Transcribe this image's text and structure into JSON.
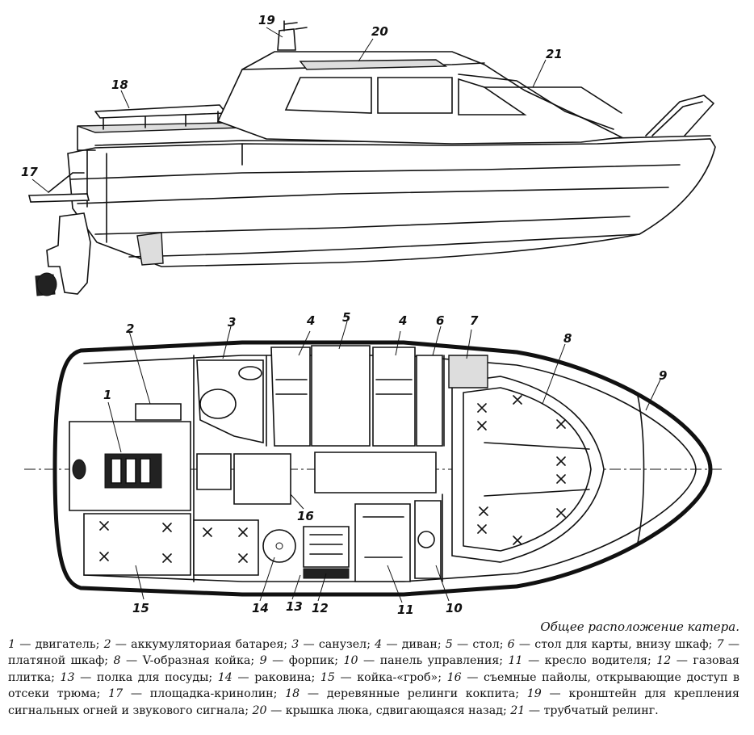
{
  "figure": {
    "title": "Общее расположение катера.",
    "legend": [
      {
        "num": "1",
        "text": "двигатель"
      },
      {
        "num": "2",
        "text": "аккумуляториая батарея"
      },
      {
        "num": "3",
        "text": "санузел"
      },
      {
        "num": "4",
        "text": "диван"
      },
      {
        "num": "5",
        "text": "стол"
      },
      {
        "num": "6",
        "text": "стол для карты, внизу шкаф"
      },
      {
        "num": "7",
        "text": "платяной шкаф"
      },
      {
        "num": "8",
        "text": "V-образная койка"
      },
      {
        "num": "9",
        "text": "форпик"
      },
      {
        "num": "10",
        "text": "панель управления"
      },
      {
        "num": "11",
        "text": "кресло водителя"
      },
      {
        "num": "12",
        "text": "газовая плитка"
      },
      {
        "num": "13",
        "text": "полка для посуды"
      },
      {
        "num": "14",
        "text": "раковина"
      },
      {
        "num": "15",
        "text": "койка-«гроб»"
      },
      {
        "num": "16",
        "text": "съемные пайолы, открывающие доступ в отсеки трюма"
      },
      {
        "num": "17",
        "text": "площадка-кринолин"
      },
      {
        "num": "18",
        "text": "деревянные релинги кокпита"
      },
      {
        "num": "19",
        "text": "кронштейн для крепления сигнальных огней и звукового сигнала"
      },
      {
        "num": "20",
        "text": "крышка люка, сдвигающаяся назад"
      },
      {
        "num": "21",
        "text": "трубчатый релинг"
      }
    ]
  },
  "side_view_labels": {
    "l17": "17",
    "l18": "18",
    "l19": "19",
    "l20": "20",
    "l21": "21"
  },
  "plan_view_labels": {
    "l1": "1",
    "l2": "2",
    "l3": "3",
    "l4a": "4",
    "l5": "5",
    "l4b": "4",
    "l6": "6",
    "l7": "7",
    "l8": "8",
    "l9": "9",
    "l10": "10",
    "l11": "11",
    "l12": "12",
    "l13": "13",
    "l14": "14",
    "l15": "15",
    "l16": "16"
  }
}
